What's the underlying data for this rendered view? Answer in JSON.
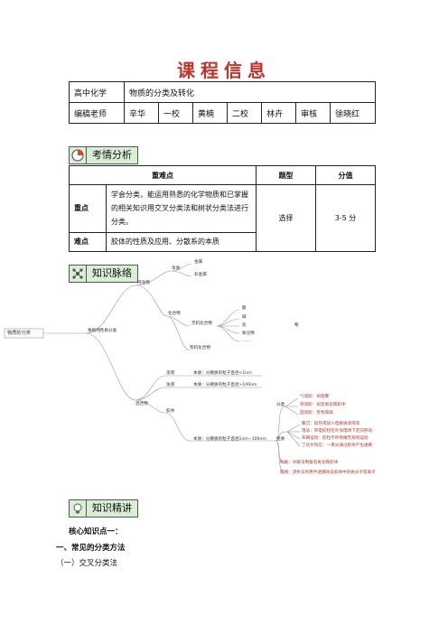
{
  "page_title": "课程信息",
  "course_table": {
    "row1": [
      "高中化学",
      "物质的分类及转化"
    ],
    "row2": [
      "编稿老师",
      "辛华",
      "一校",
      "黄楠",
      "二校",
      "林卉",
      "审核",
      "徐晓红"
    ]
  },
  "section1": {
    "label": "考情分析",
    "icon": "pie-chart-icon"
  },
  "analysis_table": {
    "headers": [
      "重难点",
      "题型",
      "分值"
    ],
    "rows": [
      {
        "label": "重点",
        "content": "学会分类，能运用熟悉的化学物质和已掌握的相关知识用交叉分类法和树状分类法进行分类。",
        "type": "选择",
        "score": "3-5 分"
      },
      {
        "label": "难点",
        "content": "胶体的性质及应用、分散系的本质"
      }
    ]
  },
  "section2": {
    "label": "知识脉络",
    "icon": "network-icon"
  },
  "mindmap": {
    "root": "物质的分类",
    "level1": "根据纯性质分类",
    "pure": "纯净物",
    "elements": "单质",
    "metal": "金属",
    "nonmetal": "非金属",
    "compound": "化合物",
    "inorganic": "无机化合物",
    "acid": "酸",
    "base": "碱",
    "salt": "盐",
    "oxide": "氧化物",
    "ellipsis": "……",
    "organic": "有机化合物",
    "extra": "略",
    "mixture": "混合物",
    "solution": "溶液",
    "solution_desc": "本质：分散质的粒子直径<1nm",
    "suspension": "浊液",
    "suspension_desc": "本质：分散质的粒子直径>100nm",
    "colloid": "胶体",
    "colloid_desc": "本质：分散质的粒子直径1nm~100nm",
    "classify": "分类",
    "c1": "气溶胶：如烟雾",
    "c2": "液溶胶：如氢氧化铁胶体",
    "c3": "固溶胶：有色玻璃",
    "property": "性质",
    "p1": "聚沉：加热或加入电解质溶液等",
    "p2": "电泳：带电胶粒在外加电场下定向移动",
    "p3": "布朗运动：胶粒不停地做无规则运动",
    "p4": "丁达尔效应：一束光通过胶体产生通路",
    "prep": "制备：水解法制备氢氧化铁胶体",
    "purify": "提纯：渗析法利用半透膜除去胶体中杂质分子或离子"
  },
  "section3": {
    "label": "知识精讲",
    "icon": "lightbulb-icon"
  },
  "body": {
    "core": "核心知识点一：",
    "heading1": "一、常见的分类方法",
    "sub1": "（一）交叉分类法"
  }
}
